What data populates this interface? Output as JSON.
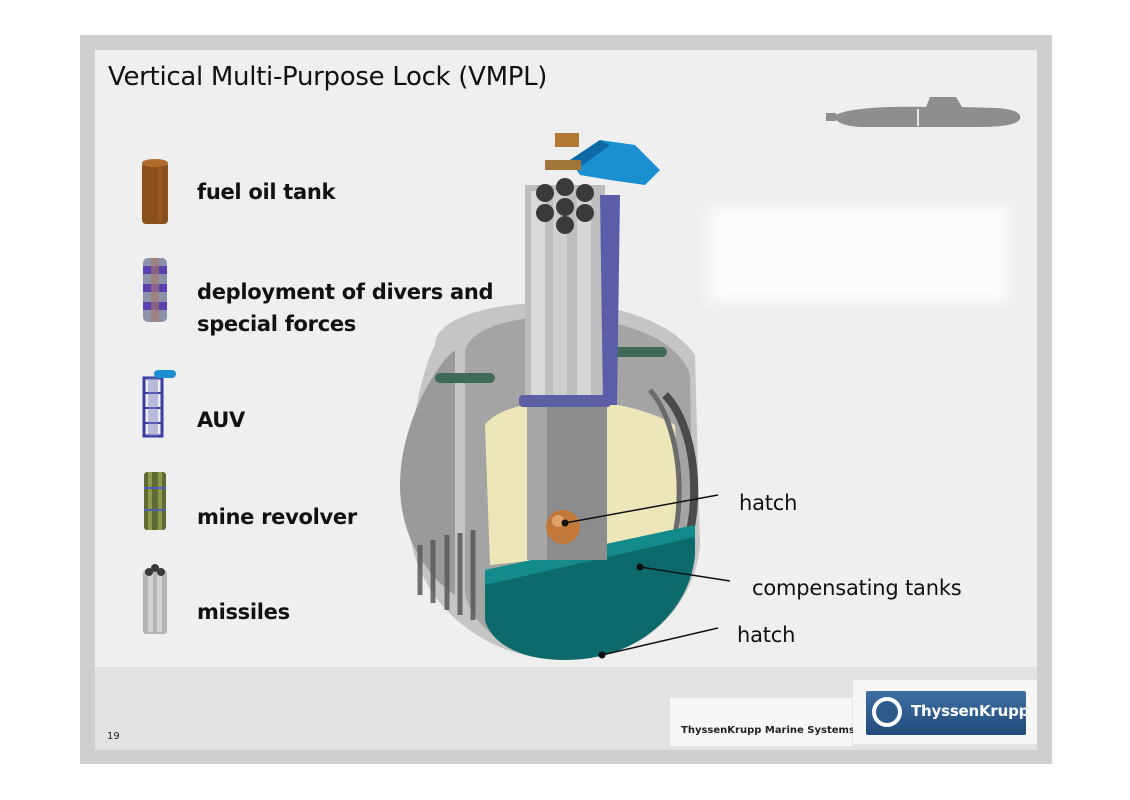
{
  "slide": {
    "title": "Vertical Multi-Purpose Lock (VMPL)",
    "page_number": "19",
    "company_name": "ThyssenKrupp Marine Systems",
    "logo_text": "ThyssenKrupp"
  },
  "legend": [
    {
      "label": "fuel oil tank",
      "icon": "fuel-oil-tank-icon"
    },
    {
      "label": "deployment of divers and",
      "label2": "special forces",
      "icon": "divers-module-icon"
    },
    {
      "label": "AUV",
      "icon": "auv-module-icon"
    },
    {
      "label": "mine revolver",
      "icon": "mine-revolver-icon"
    },
    {
      "label": "missiles",
      "icon": "missiles-module-icon"
    }
  ],
  "callouts": {
    "hatch_top": "hatch",
    "compensating_tanks": "compensating tanks",
    "hatch_bottom": "hatch"
  },
  "colors": {
    "teal_tank": "#0d6a6c",
    "hull_gray": "#8d8d8d",
    "cream_interior": "#ece6b8",
    "logo_blue": "#2c5a8d"
  }
}
